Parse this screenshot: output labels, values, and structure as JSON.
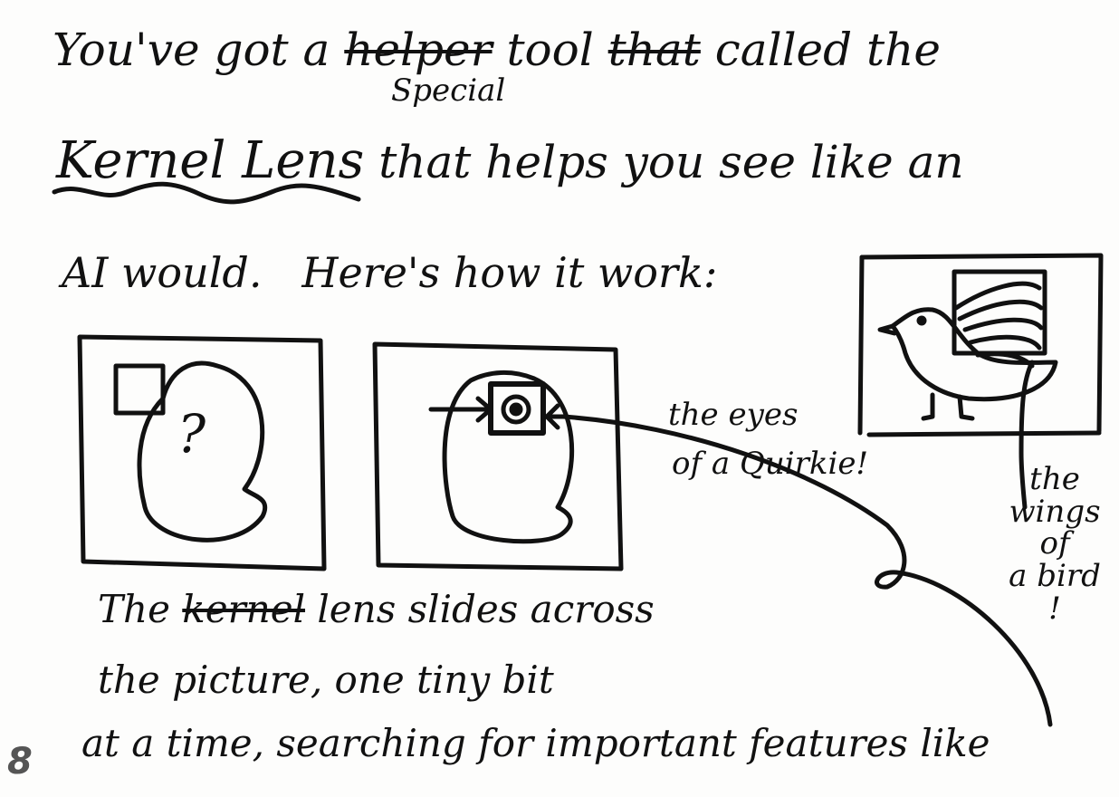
{
  "lines": {
    "line1_a": "You've got a",
    "line1_struck": "helper",
    "line1_b": "tool",
    "line1_struck2": "that",
    "line1_c": "called the",
    "line1_insert": "Special",
    "line2_title": "Kernel Lens",
    "line2_rest": "that helps you see like an",
    "line3_a": "AI would.",
    "line3_b": "Here's how it work:"
  },
  "panels": {
    "panel1_symbol": "?"
  },
  "labels": {
    "eyes_1": "the eyes",
    "eyes_2": "of a Quirkie!",
    "wings": [
      "the",
      "wings",
      "of",
      "a bird",
      "!"
    ]
  },
  "caption": {
    "line1_a": "The",
    "line1_struck": "kernel",
    "line1_b": "lens slides across",
    "line2": "the picture, one tiny bit",
    "line3": "at a time, searching for important features like"
  },
  "page_number": "8",
  "colors": {
    "ink": "#111111",
    "paper": "#fdfdfc",
    "page_number": "#555555"
  }
}
